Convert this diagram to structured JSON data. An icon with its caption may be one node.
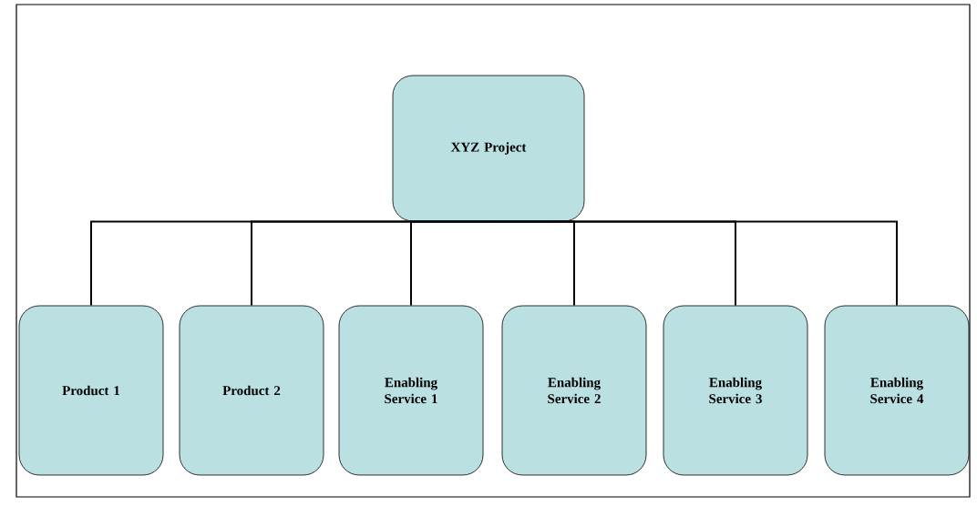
{
  "diagram": {
    "nodes": [
      {
        "text": [
          "XYZ Project"
        ]
      },
      {
        "text": [
          "Product 1"
        ]
      },
      {
        "text": [
          "Product 2"
        ]
      },
      {
        "text": [
          "Enabling Service 1"
        ]
      },
      {
        "text": [
          "Enabling Service 2"
        ]
      },
      {
        "text": [
          "Enabling Service 3"
        ]
      },
      {
        "text": [
          "Enabling Service 4"
        ]
      }
    ],
    "edges": [
      {
        "from": 0,
        "to": 1,
        "arrow": "none"
      },
      {
        "from": 0,
        "to": 2,
        "arrow": "none"
      },
      {
        "from": 0,
        "to": 3,
        "arrow": "none"
      },
      {
        "from": 0,
        "to": 4,
        "arrow": "none"
      },
      {
        "from": 0,
        "to": 5,
        "arrow": "none"
      },
      {
        "from": 0,
        "to": 6,
        "arrow": "none"
      }
    ]
  }
}
